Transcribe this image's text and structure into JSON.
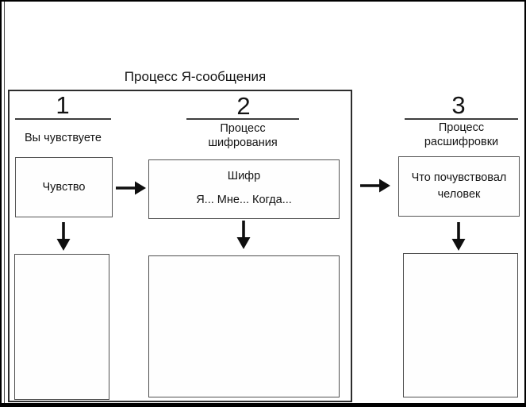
{
  "figure": {
    "title": "Процесс Я-сообщения"
  },
  "columns": [
    {
      "number": "1",
      "label_lines": [
        "Вы чувствуете"
      ],
      "box_lines": [
        "Чувство"
      ]
    },
    {
      "number": "2",
      "label_lines": [
        "Процесс",
        "шифрования"
      ],
      "box_lines": [
        "Шифр",
        "Я... Мне... Когда..."
      ]
    },
    {
      "number": "3",
      "label_lines": [
        "Процесс",
        "расшифровки"
      ],
      "box_lines": [
        "Что почувствовал",
        "человек"
      ]
    }
  ],
  "colors": {
    "background": "#ffffff",
    "border": "#000000",
    "line": "#4a4a4a",
    "text": "#1a1a1a",
    "arrow": "#0f0f0f"
  }
}
